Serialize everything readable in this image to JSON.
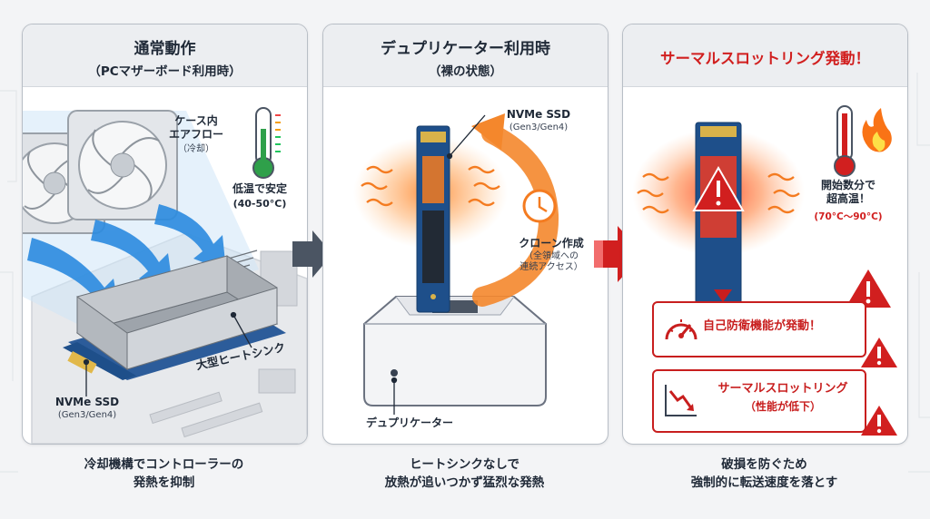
{
  "panels": [
    {
      "title": "通常動作",
      "subtitle": "（PCマザーボード利用時）",
      "airflow_label": "ケース内\nエアフロー",
      "airflow_sub": "（冷却）",
      "temp_label": "低温で安定",
      "temp_range": "(40-50°C)",
      "heatsink_label": "大型ヒートシンク",
      "ssd_label": "NVMe SSD",
      "ssd_sub": "(Gen3/Gen4)",
      "caption_line1": "冷却機構でコントローラーの",
      "caption_line2": "発熱を抑制"
    },
    {
      "title": "デュプリケーター利用時",
      "subtitle": "（裸の状態）",
      "ssd_label": "NVMe SSD",
      "ssd_sub": "(Gen3/Gen4)",
      "clone_label": "クローン作成",
      "clone_sub": "（全領域への\n連続アクセス）",
      "dock_label": "デュプリケーター",
      "caption_line1": "ヒートシンクなしで",
      "caption_line2": "放熱が追いつかず猛烈な発熱"
    },
    {
      "title": "サーマルスロットリング発動！",
      "hot_label": "開始数分で\n超高温！",
      "hot_range": "(70°C～90°C)",
      "defense_label": "自己防衛機能が発動！",
      "throttle_label": "サーマルスロットリング",
      "throttle_sub": "（性能が低下）",
      "caption_line1": "破損を防ぐため",
      "caption_line2": "強制的に転送速度を落とす"
    }
  ],
  "colors": {
    "hot_red": "#d11f1f",
    "cool_blue": "#2b8be0",
    "heat_orange": "#f47b20",
    "ssd_blue": "#1e4f8a"
  }
}
